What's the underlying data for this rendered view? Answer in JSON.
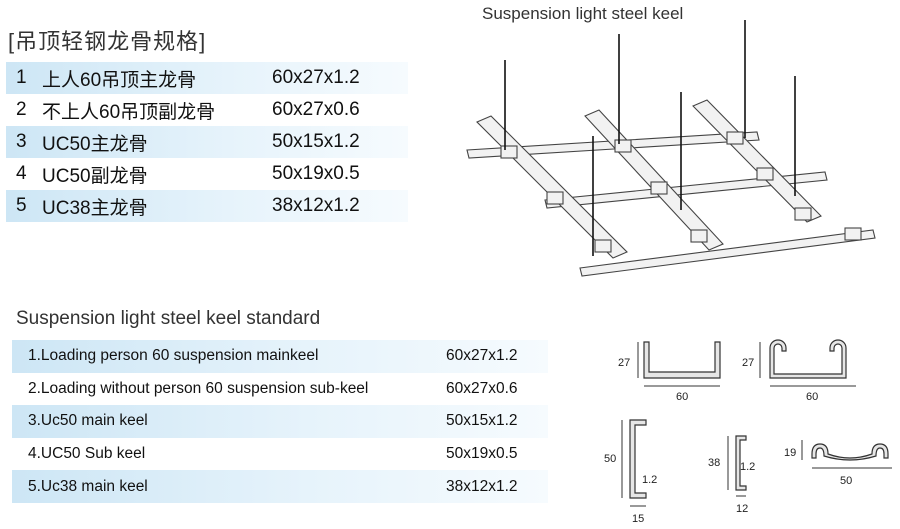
{
  "cn_table": {
    "title": "[吊顶轻钢龙骨规格]",
    "rows": [
      {
        "num": "1",
        "name": "上人60吊顶主龙骨",
        "spec": "60x27x1.2"
      },
      {
        "num": "2",
        "name": "不上人60吊顶副龙骨",
        "spec": "60x27x0.6"
      },
      {
        "num": "3",
        "name": "UC50主龙骨",
        "spec": "50x15x1.2"
      },
      {
        "num": "4",
        "name": "UC50副龙骨",
        "spec": "50x19x0.5"
      },
      {
        "num": "5",
        "name": "UC38主龙骨",
        "spec": "38x12x1.2"
      }
    ]
  },
  "en_table": {
    "title": "Suspension light steel  keel standard",
    "rows": [
      {
        "name": "1.Loading person 60 suspension mainkeel",
        "spec": "60x27x1.2"
      },
      {
        "name": "2.Loading without person 60 suspension sub-keel",
        "spec": "60x27x0.6"
      },
      {
        "name": "3.Uc50 main keel",
        "spec": "50x15x1.2"
      },
      {
        "name": "4.UC50 Sub keel",
        "spec": "50x19x0.5"
      },
      {
        "name": "5.Uc38 main keel",
        "spec": "38x12x1.2"
      }
    ]
  },
  "diagram": {
    "title": "Suspension light steel keel"
  },
  "profiles": {
    "p1": {
      "height": "27",
      "width": "60"
    },
    "p2": {
      "height": "27",
      "width": "60"
    },
    "p3": {
      "height": "50",
      "thickness": "1.2",
      "width": "15"
    },
    "p4": {
      "height": "38",
      "thickness": "1.2",
      "width": "12"
    },
    "p5": {
      "height": "19",
      "width": "50"
    }
  },
  "colors": {
    "band": "#cde6f5",
    "line": "#333333",
    "frame": "#e6e6e6"
  }
}
